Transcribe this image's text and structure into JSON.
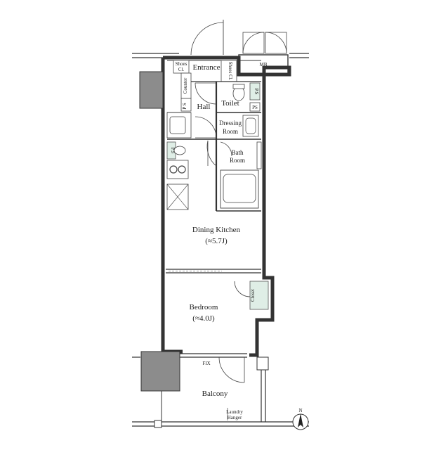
{
  "rooms": {
    "entrance": "Entrance",
    "hall": "Hall",
    "toilet": "Toilet",
    "dressing_room_l1": "Dressing",
    "dressing_room_l2": "Room",
    "bath_room_l1": "Bath",
    "bath_room_l2": "Room",
    "dining_kitchen": "Dining Kitchen",
    "dining_kitchen_area": "(≈5.7J)",
    "bedroom": "Bedroom",
    "bedroom_area": "(≈4.0J)",
    "balcony": "Balcony"
  },
  "fixtures": {
    "mb": "MB",
    "shoes_cl_left_l1": "Shoes",
    "shoes_cl_left_l2": "Cl.",
    "shoes_cl_right": "Shoes Cl.",
    "counter": "Counter",
    "ps_hall": "P S",
    "ps_toilet": "PS",
    "ps_toilet_upper": "P.S",
    "ps_kitchen": "P.S",
    "closet": "Closet",
    "fix": "FIX",
    "laundry_l1": "Laundry",
    "laundry_l2": "Hanger",
    "north": "N"
  },
  "colors": {
    "closet_fill": "#dfeee6",
    "column_fill": "#8c8c8c",
    "wall_stroke": "#333333"
  }
}
